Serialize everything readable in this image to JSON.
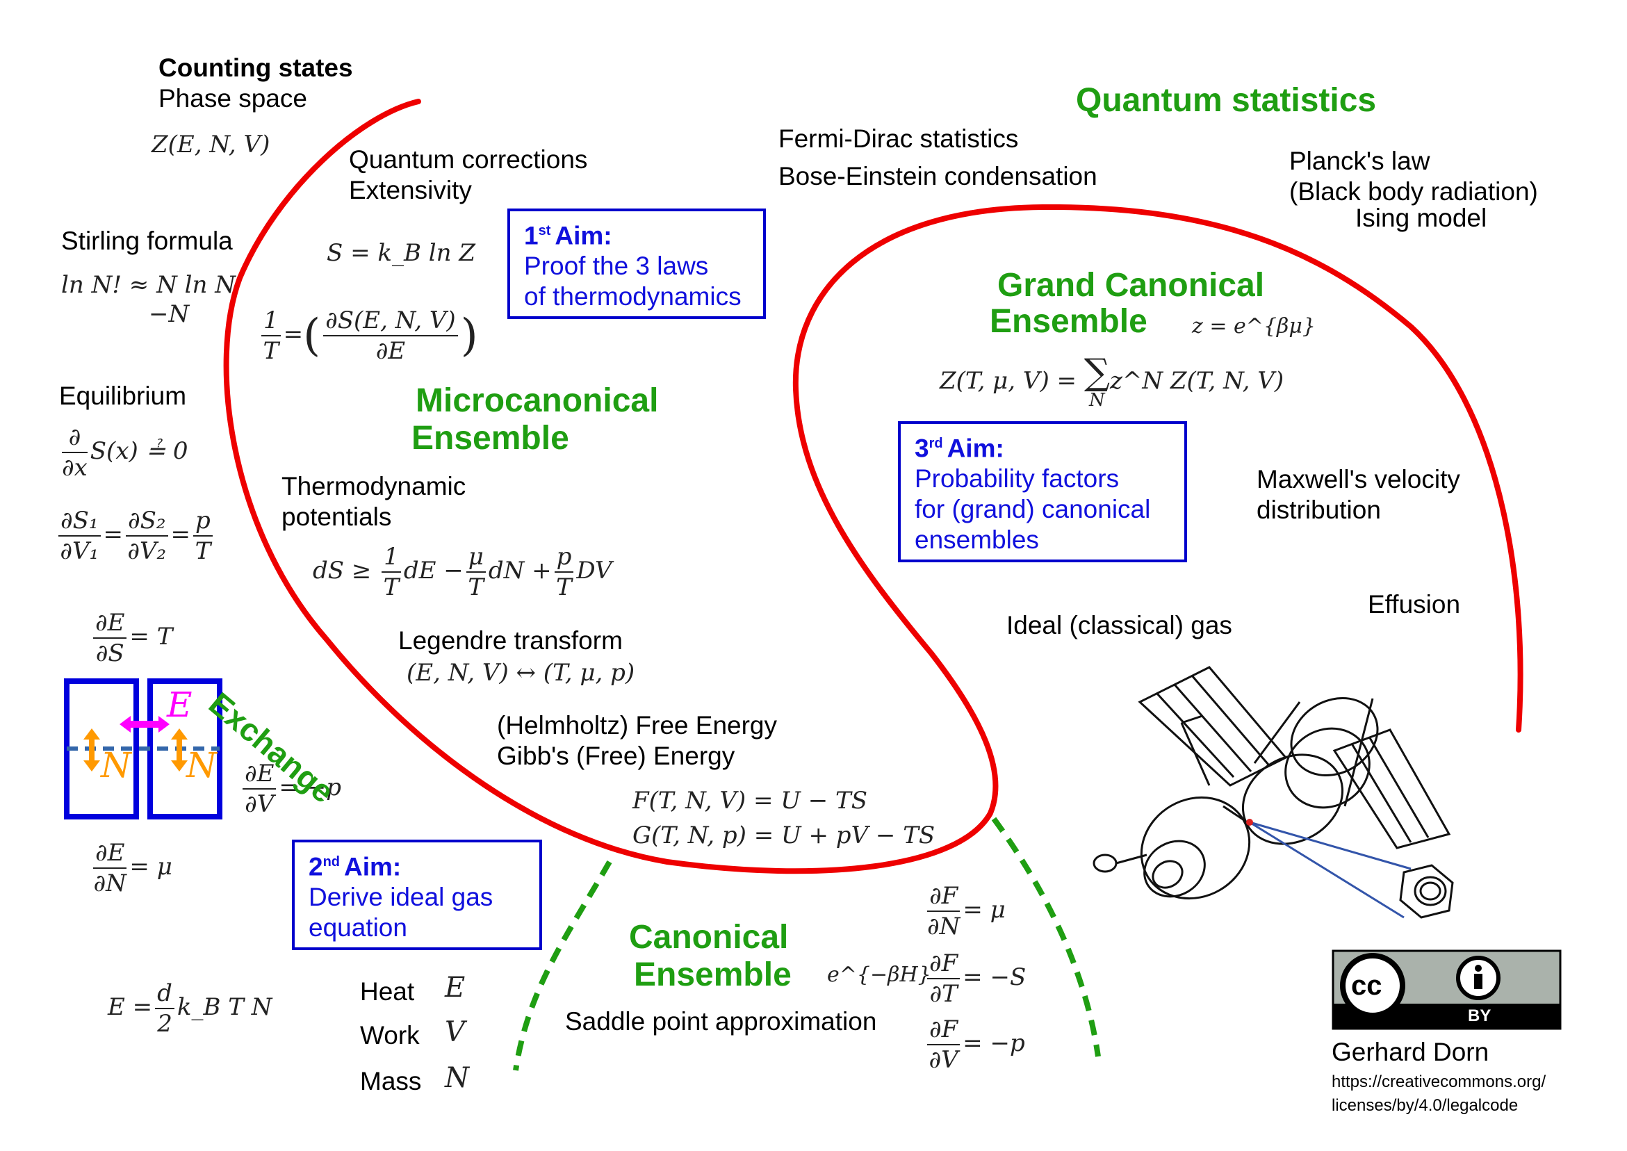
{
  "counting": {
    "title": "Counting states",
    "line1": "Phase space",
    "z": "Z(E, N, V)"
  },
  "stirling": {
    "label": "Stirling formula",
    "f1": "ln N! ≈ N ln N",
    "f2": "−N"
  },
  "equilibrium": {
    "label": "Equilibrium",
    "num": "∂",
    "den": "∂x",
    "rhs": "S(x) ≟ 0"
  },
  "equal": {
    "n1": "∂S₁",
    "d1": "∂V₁",
    "n2": "∂S₂",
    "d2": "∂V₂",
    "n3": "p",
    "d3": "T"
  },
  "dEdS": {
    "num": "∂E",
    "den": "∂S",
    "rhs": "= T"
  },
  "dEdV": {
    "num": "∂E",
    "den": "∂V",
    "rhs": "= −p"
  },
  "dEdN": {
    "num": "∂E",
    "den": "∂N",
    "rhs": "= μ"
  },
  "energy": {
    "lhs": "E =",
    "num": "d",
    "den": "2",
    "rhs": "k_B T N"
  },
  "exchange": {
    "label": "Exchange",
    "e": "E",
    "n": "N"
  },
  "micro": {
    "heading1": "Microcanonical",
    "heading2": "Ensemble",
    "qc1": "Quantum corrections",
    "qc2": "Extensivity",
    "entropy": "S = k_B ln Z",
    "invT_num": "1",
    "invT_den": "T",
    "invT_dnum": "∂S(E, N, V)",
    "invT_dden": "∂E",
    "thermo1": "Thermodynamic",
    "thermo2": "potentials",
    "dS": "dS ≥ ",
    "dS_n1": "1",
    "dS_d1": "T",
    "dS_m1": "dE −",
    "dS_n2": "μ",
    "dS_d2": "T",
    "dS_m2": "dN +",
    "dS_n3": "p",
    "dS_d3": "T",
    "dS_m3": "DV",
    "legendre": "Legendre transform",
    "legendre_f": "(E, N, V) ↔ (T, μ, p)",
    "free1": "(Helmholtz) Free Energy",
    "free2": "Gibb's (Free) Energy",
    "F": "F(T, N, V) = U − TS",
    "G": "G(T, N, p) = U + pV − TS"
  },
  "aims": [
    {
      "num": "1",
      "sup": "st",
      "title": "Aim:",
      "l1": "Proof the 3 laws",
      "l2": "of thermodynamics",
      "l3": ""
    },
    {
      "num": "2",
      "sup": "nd",
      "title": "Aim:",
      "l1": "Derive ideal gas",
      "l2": "equation",
      "l3": ""
    },
    {
      "num": "3",
      "sup": "rd",
      "title": "Aim:",
      "l1": "Probability factors",
      "l2": "for (grand) canonical",
      "l3": "ensembles"
    }
  ],
  "canonical": {
    "heading1": "Canonical",
    "heading2": "Ensemble",
    "boltz": "e^{−βH}",
    "saddle": "Saddle point approximation",
    "heat": "Heat",
    "heatSym": "E",
    "work": "Work",
    "workSym": "V",
    "mass": "Mass",
    "massSym": "N",
    "dFdN_n": "∂F",
    "dFdN_d": "∂N",
    "dFdN_r": "= μ",
    "dFdT_n": "∂F",
    "dFdT_d": "∂T",
    "dFdT_r": "= −S",
    "dFdV_n": "∂F",
    "dFdV_d": "∂V",
    "dFdV_r": "= −p"
  },
  "grand": {
    "heading1": "Grand Canonical",
    "heading2": "Ensemble",
    "fug": "z = e^{βμ}",
    "Z": "Z(T, μ, V) = ",
    "sum": "∑",
    "sumsub": "N",
    "Zr": "z^N Z(T, N, V)"
  },
  "quantum": {
    "heading": "Quantum statistics",
    "fd": "Fermi-Dirac statistics",
    "bec": "Bose-Einstein condensation",
    "planck1": "Planck's law",
    "planck2": "(Black body radiation)",
    "ising": "Ising model",
    "maxwell1": "Maxwell's velocity",
    "maxwell2": "distribution",
    "effusion": "Effusion",
    "ideal": "Ideal (classical) gas"
  },
  "credit": {
    "cc": "cc",
    "by": "BY",
    "author": "Gerhard Dorn",
    "url1": "https://creativecommons.org/",
    "url2": "licenses/by/4.0/legalcode"
  },
  "colors": {
    "red": "#ee0000",
    "green": "#1f9e12",
    "blue": "#0000cc",
    "magenta": "#ff00ff",
    "orange": "#ff9900"
  }
}
